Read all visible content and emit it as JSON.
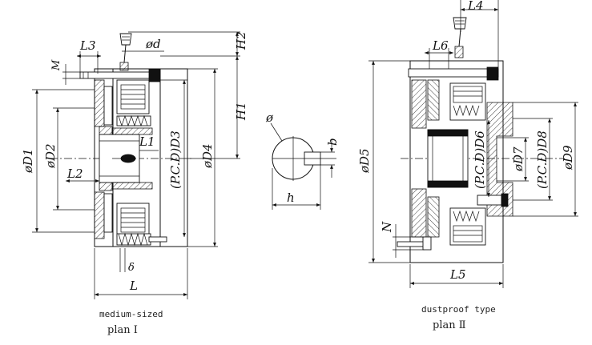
{
  "plan1": {
    "labels": {
      "L3": "L3",
      "d": "ød",
      "H2": "H2",
      "M": "M",
      "H1": "H1",
      "D1": "øD1",
      "D2": "øD2",
      "L1": "L1",
      "D3": "(P.C.D)D3",
      "D4": "øD4",
      "L2": "L2",
      "delta": "δ",
      "L": "L"
    },
    "caption_line1": "medium-sized",
    "caption_line2": "plan Ⅰ"
  },
  "shaft": {
    "labels": {
      "phi": "ø",
      "b": "b",
      "h": "h"
    }
  },
  "plan2": {
    "labels": {
      "L4": "L4",
      "L6": "L6",
      "D5": "øD5",
      "D6": "(P.C.D)D6",
      "D7": "øD7",
      "D8": "(P.C.D)D8",
      "D9": "øD9",
      "N": "N",
      "L5": "L5"
    },
    "caption_line1": "dustproof type",
    "caption_line2": "plan Ⅱ"
  }
}
